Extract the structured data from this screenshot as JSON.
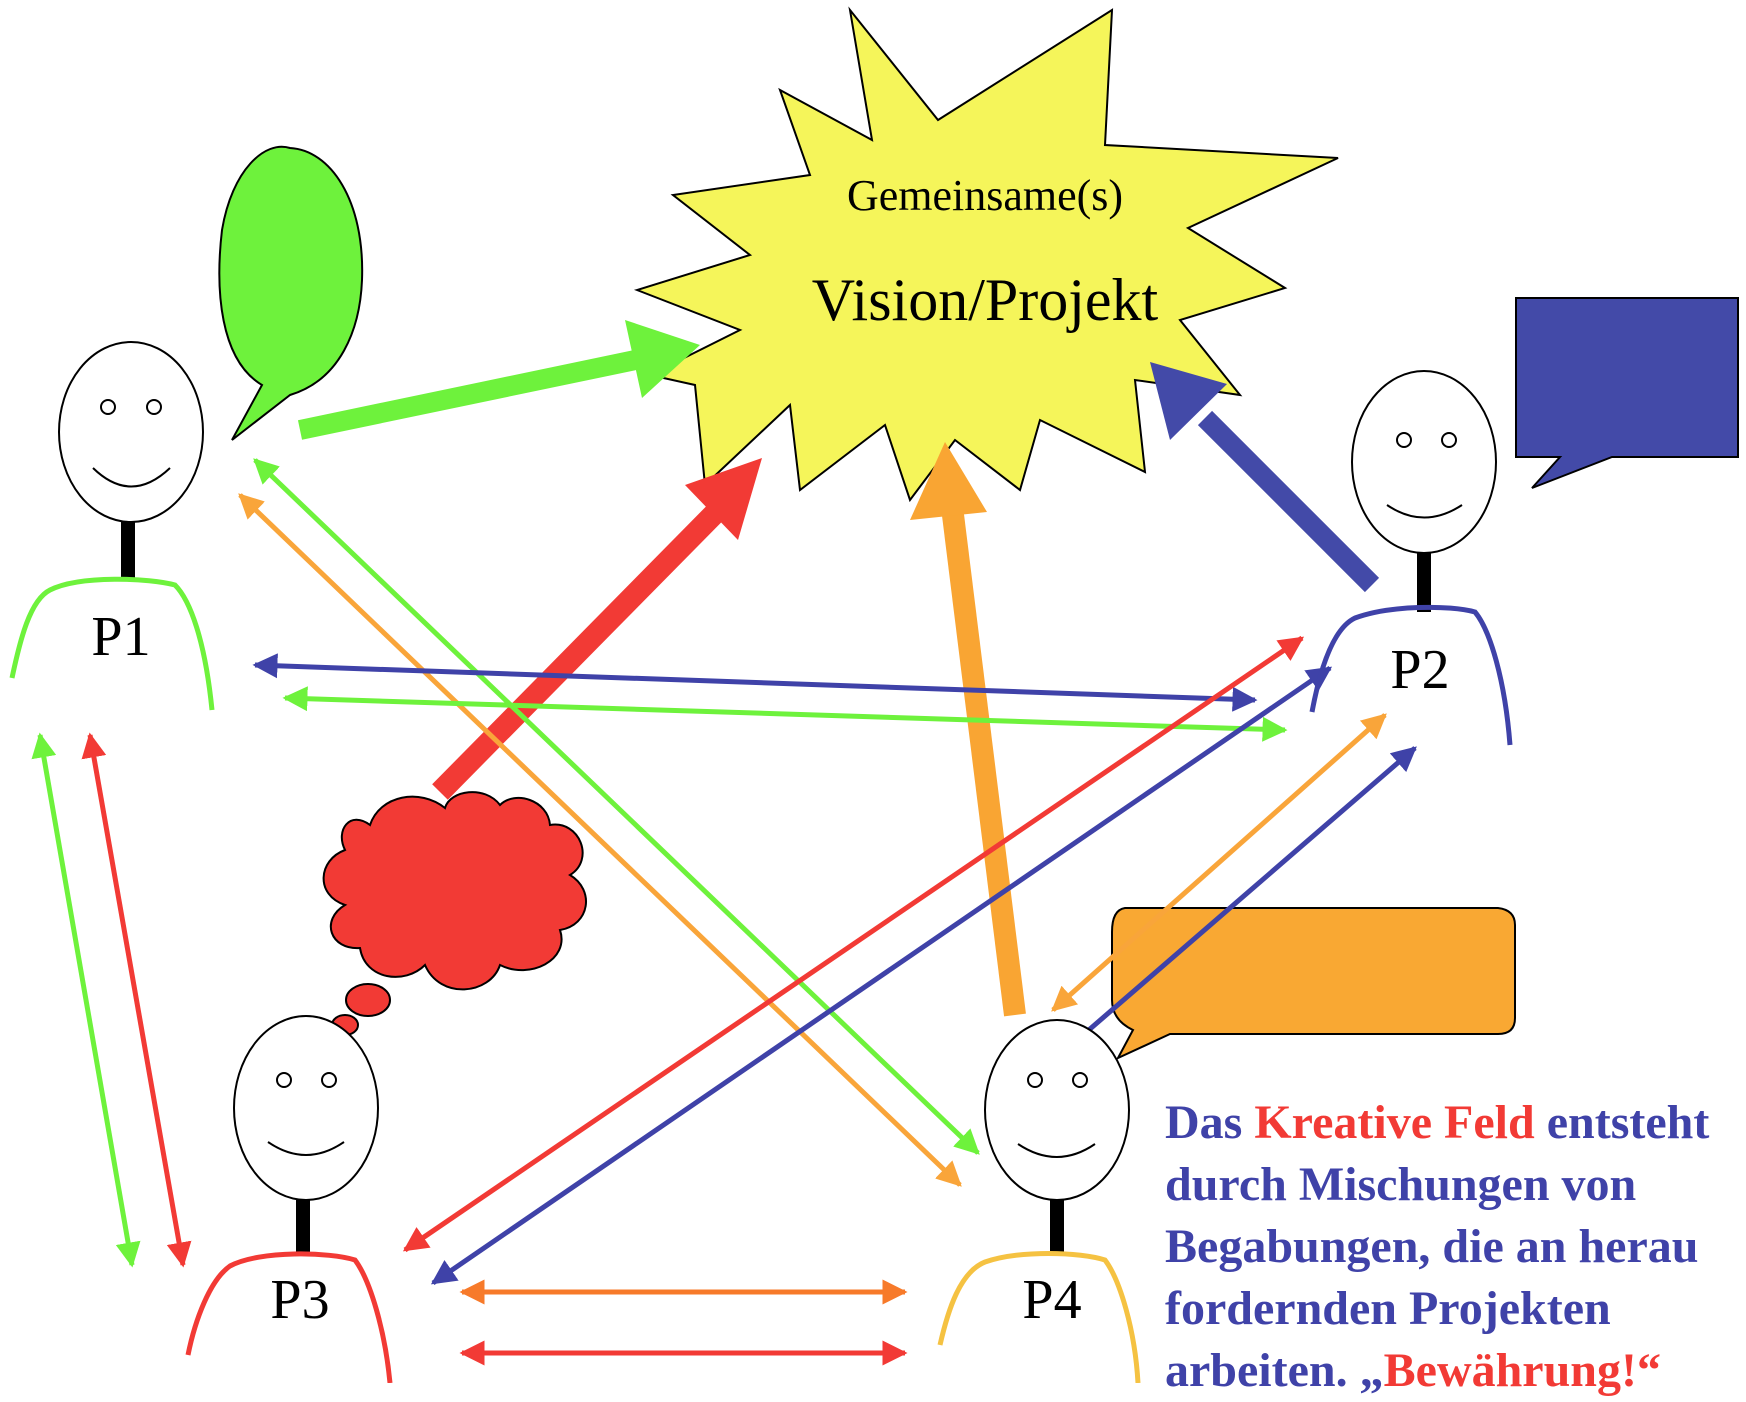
{
  "vision": {
    "line1": "Gemeinsame(s)",
    "line2": "Vision/Projekt"
  },
  "persons": {
    "p1": "P1",
    "p2": "P2",
    "p3": "P3",
    "p4": "P4"
  },
  "caption": {
    "part1": "Das ",
    "highlight1": "Kreative Feld",
    "part2": " entsteht",
    "line2": "durch Mischungen von",
    "line3": "Begabungen, die an herau",
    "line4": "fordernden Projekten",
    "line5_part1": "arbeiten. „",
    "highlight2": "Bewährung!“"
  },
  "colors": {
    "green": "#6ef23c",
    "blue": "#3f42a8",
    "red": "#f23a35",
    "orange": "#f9a53a",
    "star": "#f5f55a",
    "p4_body": "#f5c242",
    "p3p4_top": "#f77a2a"
  }
}
